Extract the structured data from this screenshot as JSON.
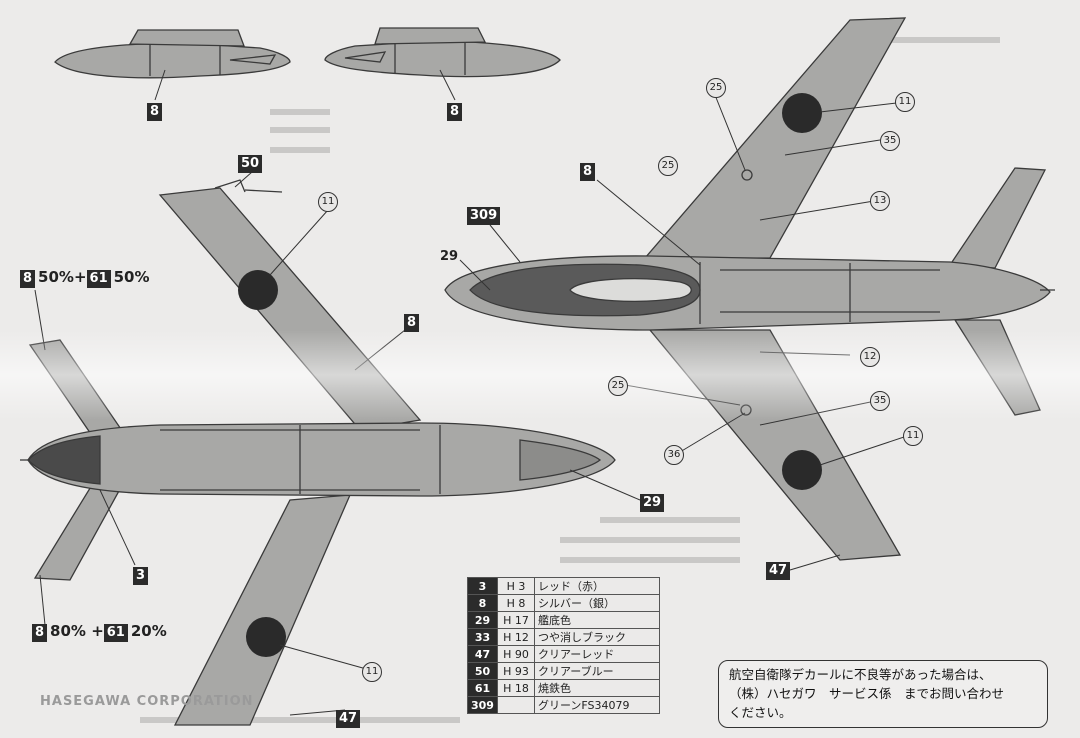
{
  "callouts": {
    "tank_left": "8",
    "tank_right": "8",
    "n50": "50",
    "n11_top": "11",
    "n8_wing": "8",
    "n29_bottom": "29",
    "n3": "3",
    "n11_bottom": "11",
    "n47_bottom": "47",
    "n309": "309",
    "n29_side": "29",
    "n8_side": "8",
    "n25_a": "25",
    "n35_a": "35",
    "n11_a": "11",
    "n13": "13",
    "n12": "12",
    "n25_b": "25",
    "n35_b": "35",
    "n36": "36",
    "n11_b": "11",
    "n47_side": "47"
  },
  "mix_top": {
    "code_a": "8",
    "pct_a": "50%",
    "plus": "+",
    "code_b": "61",
    "pct_b": "50%"
  },
  "mix_bottom": {
    "code_a": "8",
    "pct_a": "80%",
    "plus": "+",
    "code_b": "61",
    "pct_b": "20%"
  },
  "legend": [
    {
      "code": "3",
      "h": "H 3",
      "name": "レッド（赤）"
    },
    {
      "code": "8",
      "h": "H 8",
      "name": "シルバー（銀）"
    },
    {
      "code": "29",
      "h": "H 17",
      "name": "艦底色"
    },
    {
      "code": "33",
      "h": "H 12",
      "name": "つや消しブラック"
    },
    {
      "code": "47",
      "h": "H 90",
      "name": "クリアーレッド"
    },
    {
      "code": "50",
      "h": "H 93",
      "name": "クリアーブルー"
    },
    {
      "code": "61",
      "h": "H 18",
      "name": "焼鉄色"
    },
    {
      "code": "309",
      "h": "",
      "name": "グリーンFS34079"
    }
  ],
  "notice": {
    "line1": "航空自衛隊デカールに不良等があった場合は、",
    "line2": "（株）ハセガワ　サービス係　までお問い合わせ",
    "line3": "ください。"
  },
  "corp": "HASEGAWA CORPORATION",
  "colors": {
    "paint": "#a8a8a6",
    "outline": "#3a3a3a",
    "roundel": "#2a2a2a",
    "background": "#ecebea"
  }
}
